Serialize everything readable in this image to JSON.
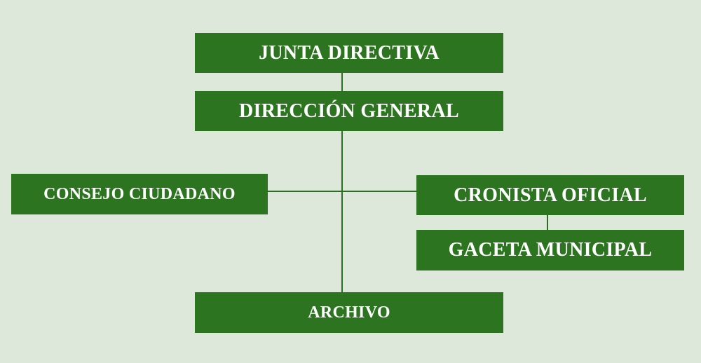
{
  "org_chart": {
    "nodes": {
      "junta_directiva": "JUNTA DIRECTIVA",
      "direccion_general": "DIRECCIÓN GENERAL",
      "consejo_ciudadano": "CONSEJO CIUDADANO",
      "cronista_oficial": "CRONISTA OFICIAL",
      "gaceta_municipal": "GACETA MUNICIPAL",
      "archivo": "ARCHIVO"
    }
  },
  "colors": {
    "background": "#dde7da",
    "box_fill": "#2c741f",
    "box_text": "#ffffff",
    "connector": "#2a6f22"
  }
}
